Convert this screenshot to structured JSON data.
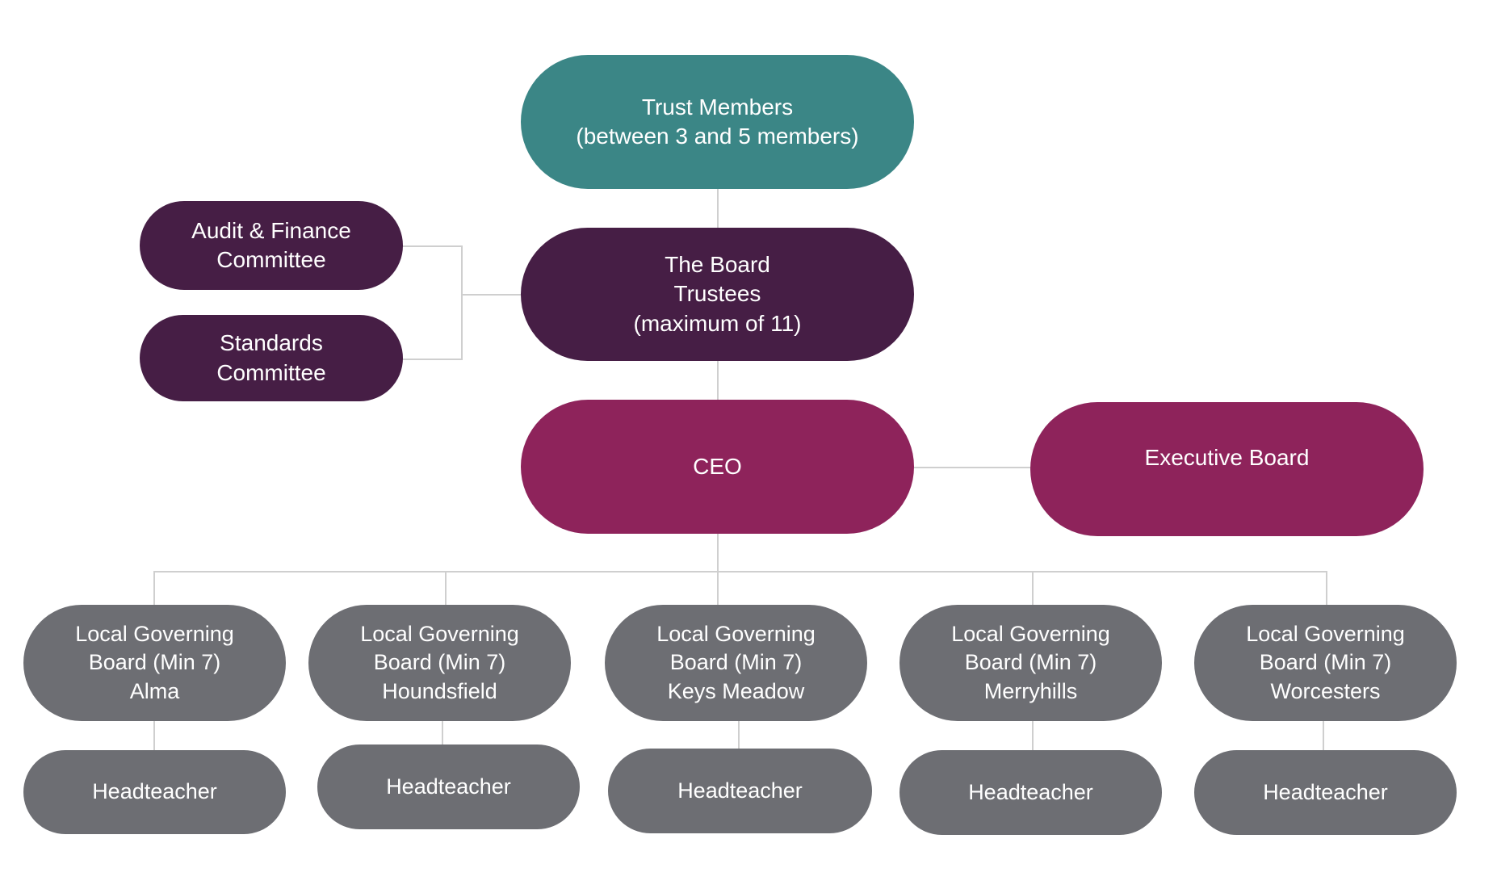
{
  "colors": {
    "members": "#3b8686",
    "board": "#461e45",
    "executive": "#8e235b",
    "local": "#6d6e73",
    "connector": "#cfcfcf"
  },
  "trust_members": {
    "label": "Trust Members\n(between 3 and 5 members)"
  },
  "board_trustees": {
    "label": "The Board\nTrustees\n(maximum of  11)"
  },
  "committees": [
    {
      "label": "Audit & Finance\nCommittee"
    },
    {
      "label": "Standards\nCommittee"
    }
  ],
  "ceo": {
    "label": "CEO"
  },
  "executive_board": {
    "label": "Executive Board"
  },
  "local_boards": [
    {
      "label": "Local Governing\nBoard (Min 7)\nAlma",
      "head": "Headteacher"
    },
    {
      "label": "Local Governing\nBoard (Min 7)\nHoundsfield",
      "head": "Headteacher"
    },
    {
      "label": "Local Governing\nBoard (Min 7)\nKeys Meadow",
      "head": "Headteacher"
    },
    {
      "label": "Local Governing\nBoard (Min 7)\nMerryhills",
      "head": "Headteacher"
    },
    {
      "label": "Local Governing\nBoard (Min 7)\nWorcesters",
      "head": "Headteacher"
    }
  ]
}
